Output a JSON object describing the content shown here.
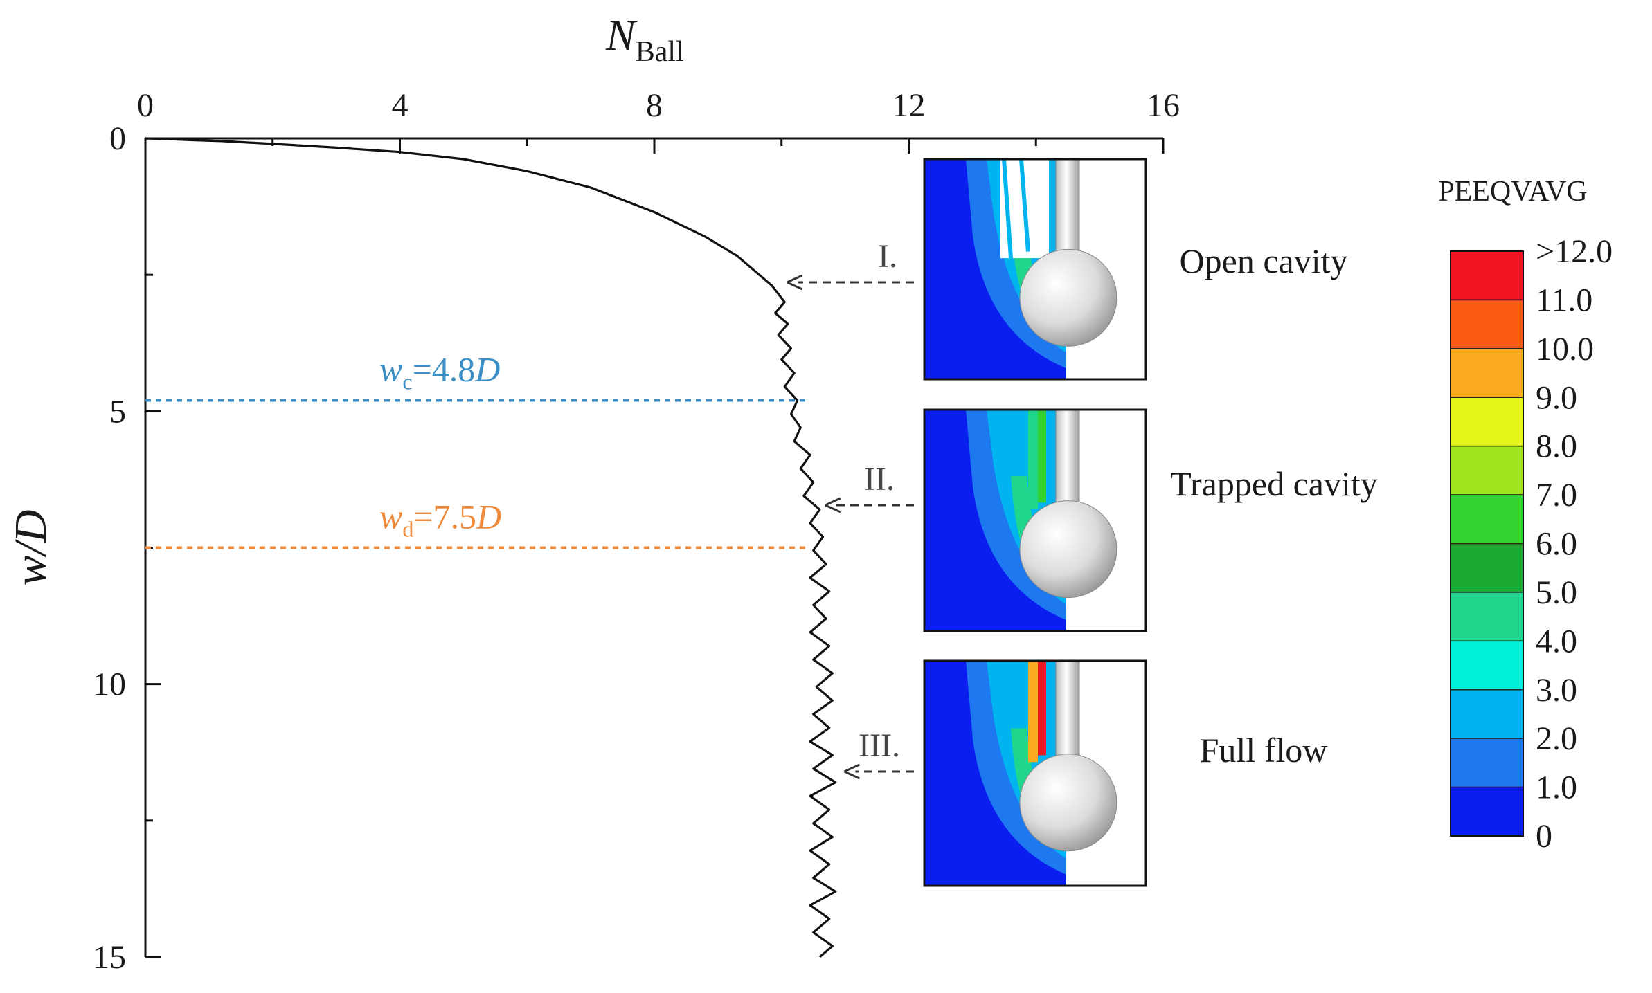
{
  "chart_data": {
    "type": "line",
    "xlabel": {
      "main": "N",
      "sub": "Ball"
    },
    "ylabel": "w/D",
    "xlim": [
      0,
      16
    ],
    "ylim": [
      0,
      15
    ],
    "y_inverted": true,
    "x_axis_position": "top",
    "x_ticks": [
      0,
      4,
      8,
      12,
      16
    ],
    "y_ticks": [
      0,
      5,
      10,
      15
    ],
    "grid": false,
    "series": [
      {
        "color": "#111111",
        "points": [
          [
            0,
            0
          ],
          [
            0.3,
            0.01
          ],
          [
            0.7,
            0.03
          ],
          [
            1.2,
            0.05
          ],
          [
            2.0,
            0.1
          ],
          [
            3.0,
            0.17
          ],
          [
            4.0,
            0.25
          ],
          [
            5.0,
            0.38
          ],
          [
            6.0,
            0.6
          ],
          [
            7.0,
            0.9
          ],
          [
            8.0,
            1.35
          ],
          [
            8.8,
            1.8
          ],
          [
            9.3,
            2.15
          ],
          [
            9.6,
            2.45
          ],
          [
            9.85,
            2.7
          ],
          [
            10.05,
            3.0
          ],
          [
            9.9,
            3.2
          ],
          [
            10.1,
            3.4
          ],
          [
            9.95,
            3.6
          ],
          [
            10.15,
            3.85
          ],
          [
            10.0,
            4.05
          ],
          [
            10.2,
            4.3
          ],
          [
            10.05,
            4.55
          ],
          [
            10.25,
            4.8
          ],
          [
            10.15,
            5.05
          ],
          [
            10.3,
            5.3
          ],
          [
            10.2,
            5.55
          ],
          [
            10.45,
            5.8
          ],
          [
            10.3,
            6.05
          ],
          [
            10.5,
            6.3
          ],
          [
            10.35,
            6.55
          ],
          [
            10.6,
            6.8
          ],
          [
            10.45,
            7.05
          ],
          [
            10.65,
            7.3
          ],
          [
            10.5,
            7.55
          ],
          [
            10.7,
            7.8
          ],
          [
            10.45,
            8.05
          ],
          [
            10.75,
            8.3
          ],
          [
            10.5,
            8.55
          ],
          [
            10.7,
            8.8
          ],
          [
            10.45,
            9.05
          ],
          [
            10.75,
            9.3
          ],
          [
            10.5,
            9.55
          ],
          [
            10.8,
            9.8
          ],
          [
            10.55,
            10.05
          ],
          [
            10.8,
            10.3
          ],
          [
            10.5,
            10.55
          ],
          [
            10.75,
            10.8
          ],
          [
            10.45,
            11.05
          ],
          [
            10.8,
            11.3
          ],
          [
            10.5,
            11.55
          ],
          [
            10.85,
            11.8
          ],
          [
            10.45,
            12.05
          ],
          [
            10.75,
            12.3
          ],
          [
            10.5,
            12.55
          ],
          [
            10.8,
            12.8
          ],
          [
            10.45,
            13.05
          ],
          [
            10.75,
            13.3
          ],
          [
            10.5,
            13.55
          ],
          [
            10.85,
            13.8
          ],
          [
            10.45,
            14.05
          ],
          [
            10.75,
            14.3
          ],
          [
            10.5,
            14.55
          ],
          [
            10.8,
            14.8
          ],
          [
            10.6,
            15.0
          ]
        ]
      }
    ],
    "reference_lines": [
      {
        "y": 4.8,
        "color": "#3b8fc4",
        "label": {
          "pre": "w",
          "sub": "c",
          "mid": "=4.8",
          "italic_end": "D"
        }
      },
      {
        "y": 7.5,
        "color": "#ee8a3c",
        "label": {
          "pre": "w",
          "sub": "d",
          "mid": "=7.5",
          "italic_end": "D"
        }
      }
    ],
    "annotations": [
      {
        "roman": "I.",
        "target": [
          10.0,
          2.7
        ],
        "caption": "Open cavity"
      },
      {
        "roman": "II.",
        "target": [
          10.6,
          6.8
        ],
        "caption": "Trapped cavity"
      },
      {
        "roman": "III.",
        "target": [
          10.9,
          11.55
        ],
        "caption": "Full flow"
      }
    ],
    "colorbar": {
      "title": "PEEQVAVG",
      "labels": [
        ">12.0",
        "11.0",
        "10.0",
        "9.0",
        "8.0",
        "7.0",
        "6.0",
        "5.0",
        "4.0",
        "3.0",
        "2.0",
        "1.0",
        "0"
      ],
      "colors": [
        "#f0141e",
        "#fa5a14",
        "#fbaa1e",
        "#e6f51a",
        "#a0e61e",
        "#32d232",
        "#1eaa32",
        "#1ed78c",
        "#00f0dc",
        "#00b4f0",
        "#1e78f0",
        "#0a1eef"
      ]
    }
  }
}
